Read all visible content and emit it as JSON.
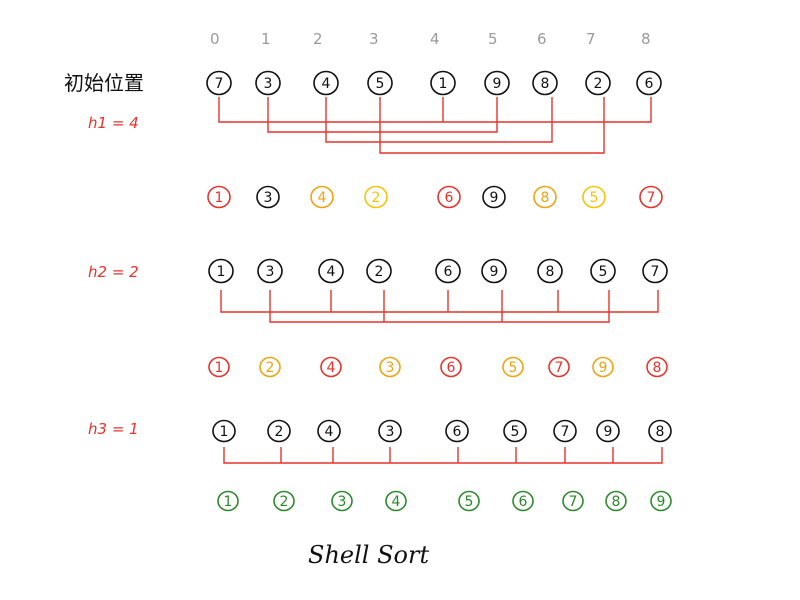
{
  "title": "Shell  Sort",
  "index_header": [
    "0",
    "1",
    "2",
    "3",
    "4",
    "5",
    "6",
    "7",
    "8"
  ],
  "initial_label": "初始位置",
  "gap_labels": [
    "h1 = 4",
    "h2 = 2",
    "h3 = 1"
  ],
  "colors": {
    "black": "#111111",
    "red": "#e8322b",
    "orange": "#f2a20f",
    "yellow": "#f7c400",
    "green": "#2a8a2a",
    "grey": "#9a9a9a"
  },
  "rows": [
    {
      "name": "initial",
      "values": [
        "7",
        "3",
        "4",
        "5",
        "1",
        "9",
        "8",
        "2",
        "6"
      ],
      "colors": [
        "black",
        "black",
        "black",
        "black",
        "black",
        "black",
        "black",
        "black",
        "black"
      ]
    },
    {
      "name": "after-h1",
      "values": [
        "1",
        "3",
        "4",
        "2",
        "6",
        "9",
        "8",
        "5",
        "7"
      ],
      "colors": [
        "red",
        "black",
        "orange",
        "yellow",
        "red",
        "black",
        "orange",
        "yellow",
        "red"
      ]
    },
    {
      "name": "h2-input",
      "values": [
        "1",
        "3",
        "4",
        "2",
        "6",
        "9",
        "8",
        "5",
        "7"
      ],
      "colors": [
        "black",
        "black",
        "black",
        "black",
        "black",
        "black",
        "black",
        "black",
        "black"
      ]
    },
    {
      "name": "after-h2",
      "values": [
        "1",
        "2",
        "4",
        "3",
        "6",
        "5",
        "7",
        "9",
        "8"
      ],
      "colors": [
        "red",
        "orange",
        "red",
        "orange",
        "red",
        "orange",
        "red",
        "orange",
        "red"
      ]
    },
    {
      "name": "h3-input",
      "values": [
        "1",
        "2",
        "4",
        "3",
        "6",
        "5",
        "7",
        "9",
        "8"
      ],
      "colors": [
        "black",
        "black",
        "black",
        "black",
        "black",
        "black",
        "black",
        "black",
        "black"
      ]
    },
    {
      "name": "sorted",
      "values": [
        "1",
        "2",
        "3",
        "4",
        "5",
        "6",
        "7",
        "8",
        "9"
      ],
      "colors": [
        "green",
        "green",
        "green",
        "green",
        "green",
        "green",
        "green",
        "green",
        "green"
      ]
    }
  ]
}
